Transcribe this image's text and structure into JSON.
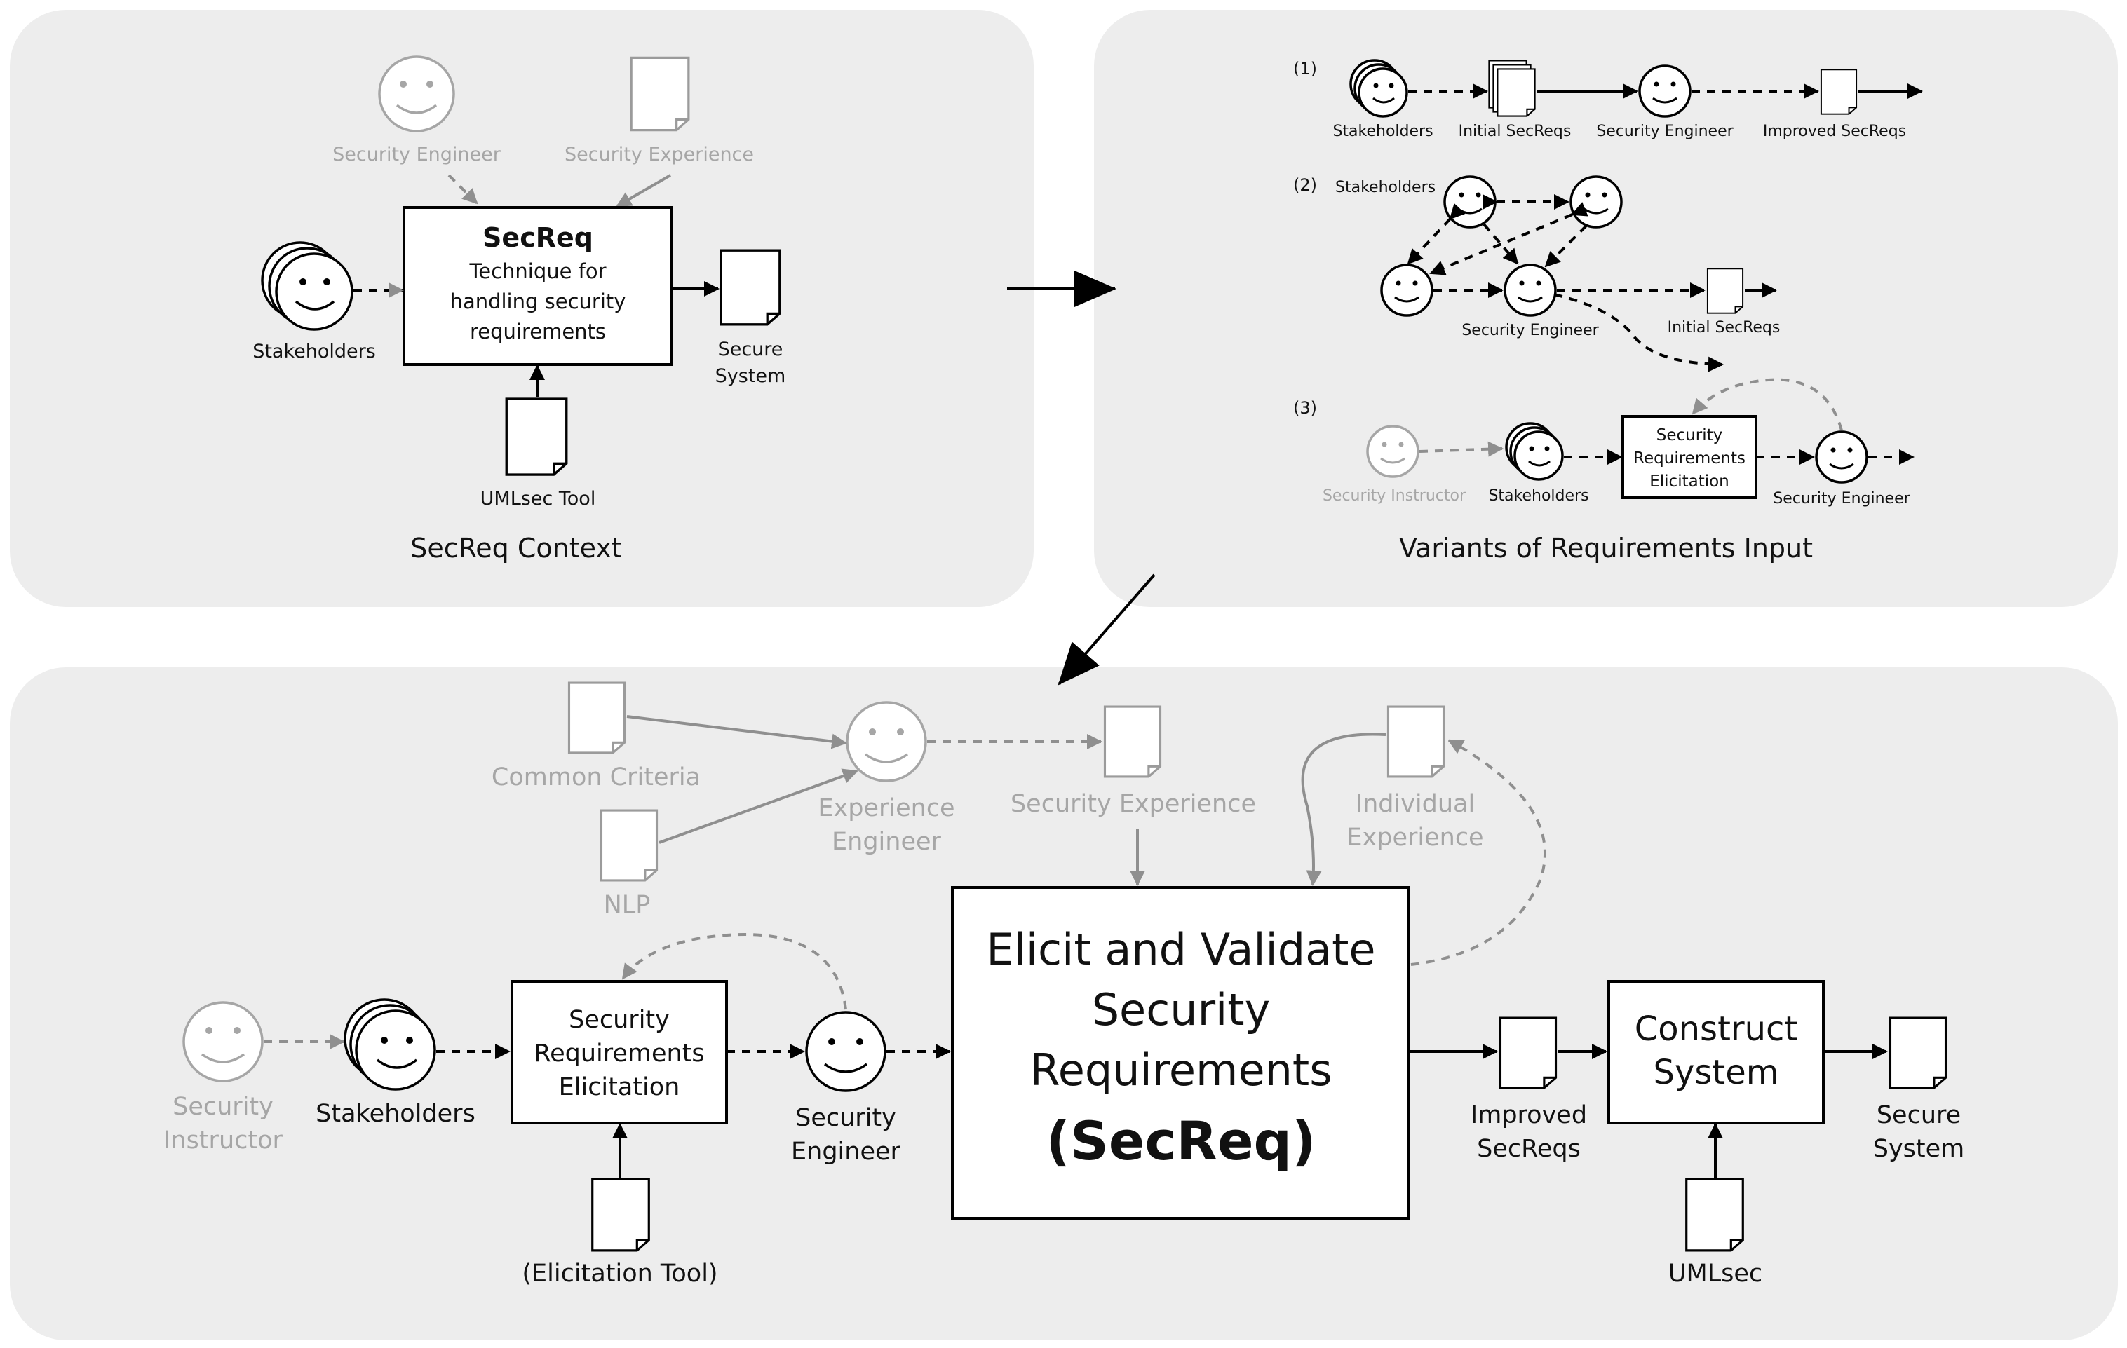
{
  "panel_top_left": {
    "caption": "SecReq Context",
    "box_title": "SecReq",
    "box_line1": "Technique for",
    "box_line2": "handling security",
    "box_line3": "requirements",
    "security_engineer": "Security Engineer",
    "security_experience": "Security Experience",
    "stakeholders": "Stakeholders",
    "secure": "Secure",
    "system": "System",
    "umlsec_tool": "UMLsec Tool"
  },
  "panel_top_right": {
    "caption": "Variants of Requirements Input",
    "v1": {
      "marker": "(1)",
      "stakeholders": "Stakeholders",
      "initial_secreqs": "Initial SecReqs",
      "security_engineer": "Security Engineer",
      "improved_secreqs": "Improved SecReqs"
    },
    "v2": {
      "marker": "(2)",
      "stakeholders": "Stakeholders",
      "security_engineer": "Security Engineer",
      "initial_secreqs": "Initial SecReqs"
    },
    "v3": {
      "marker": "(3)",
      "security_instructor": "Security Instructor",
      "stakeholders": "Stakeholders",
      "box_line1": "Security",
      "box_line2": "Requirements",
      "box_line3": "Elicitation",
      "security_engineer": "Security Engineer"
    }
  },
  "panel_bottom": {
    "common_criteria": "Common Criteria",
    "nlp": "NLP",
    "experience": "Experience",
    "engineer_gray": "Engineer",
    "security_experience": "Security Experience",
    "individual": "Individual",
    "experience2": "Experience",
    "security_gray": "Security",
    "instructor": "Instructor",
    "stakeholders": "Stakeholders",
    "elic_line1": "Security",
    "elic_line2": "Requirements",
    "elic_line3": "Elicitation",
    "security": "Security",
    "engineer": "Engineer",
    "elicitation_tool": "(Elicitation Tool)",
    "main_line1": "Elicit and Validate",
    "main_line2": "Security",
    "main_line3": "Requirements",
    "main_line4": "(SecReq)",
    "improved": "Improved",
    "secreqs": "SecReqs",
    "construct": "Construct",
    "system_box": "System",
    "secure": "Secure",
    "system": "System",
    "umlsec": "UMLsec"
  }
}
